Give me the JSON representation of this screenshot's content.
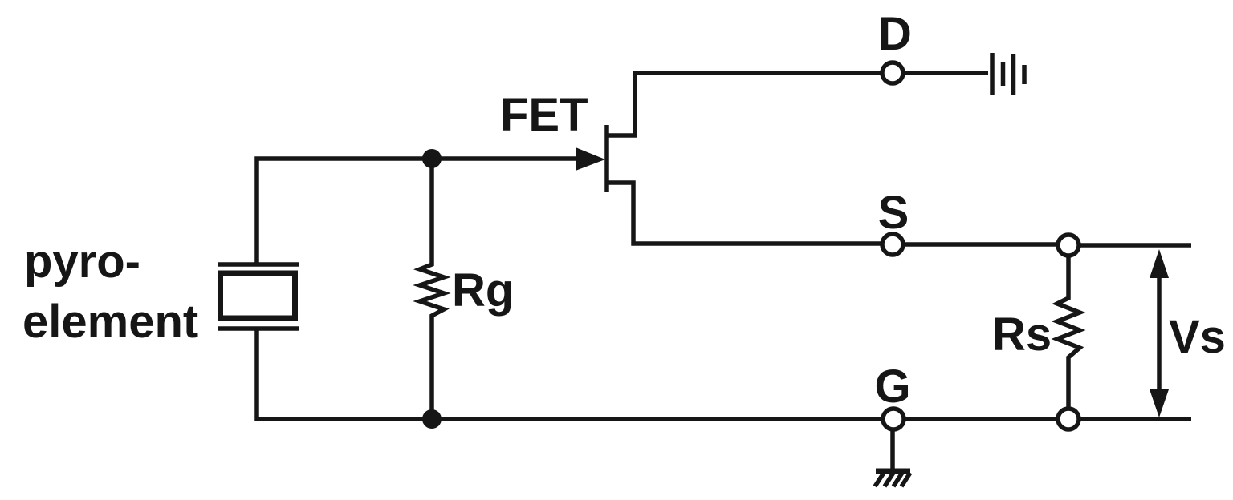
{
  "diagram": {
    "kind": "circuit-schematic",
    "labels": {
      "pyro_line1": "pyro-",
      "pyro_line2": "element",
      "fet": "FET",
      "rg": "Rg",
      "rs": "Rs",
      "vs": "Vs",
      "drain": "D",
      "source": "S",
      "gate": "G"
    },
    "symbols": {
      "pyro_element": "piezo-crystal-symbol",
      "fet": "n-channel-jfet-symbol",
      "rg": "resistor-zigzag-symbol",
      "rs": "resistor-zigzag-symbol",
      "drain_supply": "battery-cells-symbol",
      "gate_ground": "chassis-ground-symbol",
      "vs_measure": "double-headed-arrow",
      "terminals": "open-circle-terminal",
      "junctions": "filled-junction-dot"
    },
    "colors": {
      "ink": "#161616",
      "background": "#ffffff"
    }
  }
}
